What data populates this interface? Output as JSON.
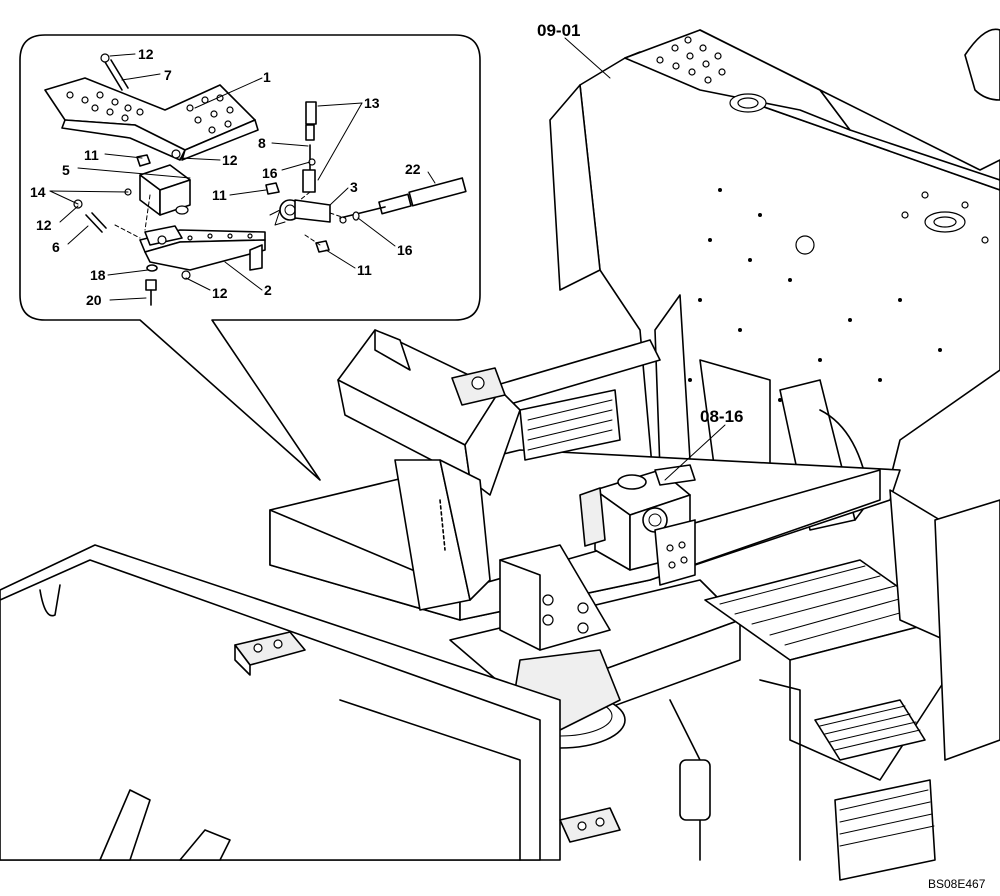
{
  "callouts_main": [
    {
      "id": "frame",
      "label": "09-01"
    },
    {
      "id": "valve",
      "label": "08-16"
    }
  ],
  "callouts_detail": [
    {
      "id": "c12a",
      "label": "12"
    },
    {
      "id": "c7",
      "label": "7"
    },
    {
      "id": "c1",
      "label": "1"
    },
    {
      "id": "c13",
      "label": "13"
    },
    {
      "id": "c8",
      "label": "8"
    },
    {
      "id": "c16a",
      "label": "16"
    },
    {
      "id": "c11a",
      "label": "11"
    },
    {
      "id": "c12b",
      "label": "12"
    },
    {
      "id": "c5",
      "label": "5"
    },
    {
      "id": "c14",
      "label": "14"
    },
    {
      "id": "c11b",
      "label": "11"
    },
    {
      "id": "c3",
      "label": "3"
    },
    {
      "id": "c22",
      "label": "22"
    },
    {
      "id": "c12c",
      "label": "12"
    },
    {
      "id": "c6",
      "label": "6"
    },
    {
      "id": "c16b",
      "label": "16"
    },
    {
      "id": "c11c",
      "label": "11"
    },
    {
      "id": "c18",
      "label": "18"
    },
    {
      "id": "c2",
      "label": "2"
    },
    {
      "id": "c12d",
      "label": "12"
    },
    {
      "id": "c20",
      "label": "20"
    }
  ],
  "drawing_code": "BS08E467"
}
